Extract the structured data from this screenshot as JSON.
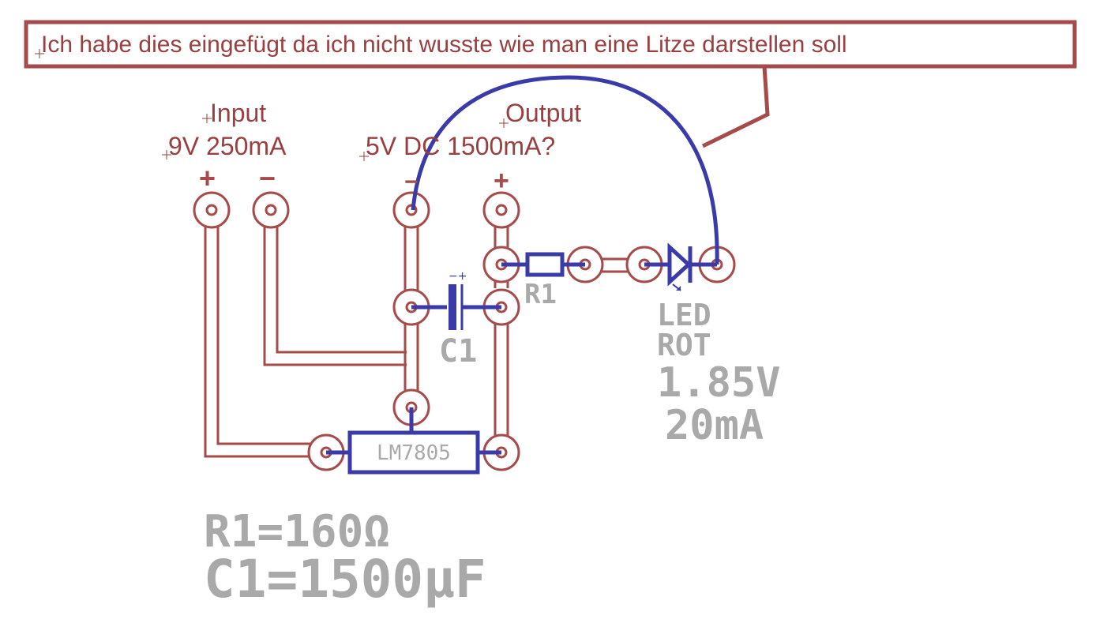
{
  "note": {
    "text": "Ich habe dies eingefügt da ich nicht wusste wie man eine Litze darstellen soll"
  },
  "input": {
    "title": "Input",
    "spec": "9V 250mA",
    "plus": "+",
    "minus": "−"
  },
  "output": {
    "title": "Output",
    "spec": "5V DC 1500mA?",
    "plus": "+",
    "minus": "−"
  },
  "components": {
    "r1": "R1",
    "c1": "C1",
    "c1_polarity": "−+",
    "ic": "LM7805",
    "led_line1": "LED",
    "led_line2": "ROT",
    "led_voltage": "1.85V",
    "led_current": "20mA"
  },
  "values": {
    "r1": "R1=160Ω",
    "c1": "C1=1500µF"
  },
  "colors": {
    "copper": "#a64a4a",
    "text": "#9a3f3f",
    "part": "#3a3aa8",
    "silk": "#a9a9a9"
  }
}
